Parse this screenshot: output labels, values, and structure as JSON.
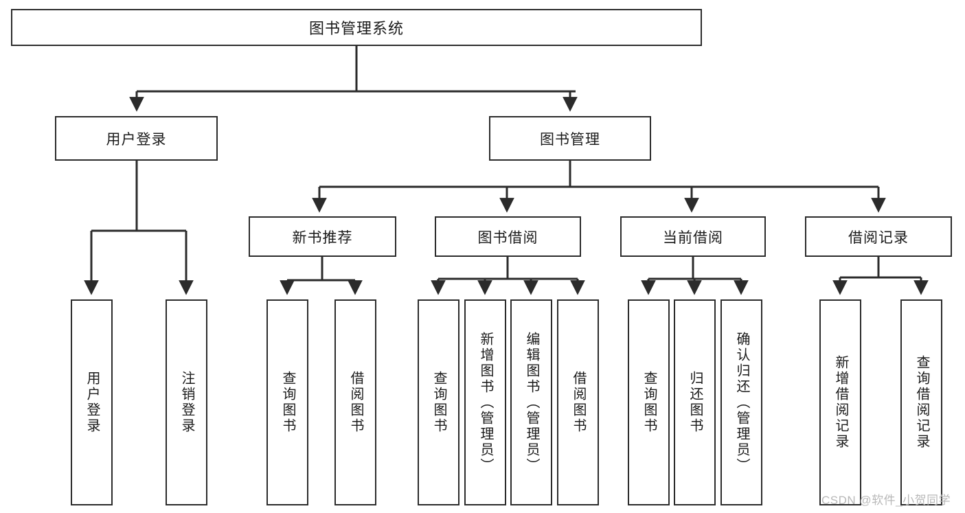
{
  "diagram": {
    "type": "tree-structure-chart",
    "title": "图书管理系统",
    "watermark": "CSDN @软件_小贺同学",
    "colors": {
      "box_border": "#2b2b2b",
      "box_fill": "#ffffff",
      "connector": "#2b2b2b",
      "text": "#1a1a1a",
      "watermark": "#b8b8b8",
      "background": "#ffffff"
    },
    "levels": {
      "root": [
        "图书管理系统"
      ],
      "level2": [
        "用户登录",
        "图书管理"
      ],
      "level3": [
        "新书推荐",
        "图书借阅",
        "当前借阅",
        "借阅记录"
      ],
      "leaves": [
        "用户登录",
        "注销登录",
        "查询图书",
        "借阅图书",
        "查询图书",
        "新增图书（管理员）",
        "编辑图书（管理员）",
        "借阅图书",
        "查询图书",
        "归还图书",
        "确认归还（管理员）",
        "新增借阅记录",
        "查询借阅记录"
      ]
    },
    "nodes": {
      "root": {
        "label": "图书管理系统"
      },
      "user_login": {
        "label": "用户登录"
      },
      "book_mgmt": {
        "label": "图书管理"
      },
      "new_book_rec": {
        "label": "新书推荐"
      },
      "book_borrow": {
        "label": "图书借阅"
      },
      "current_borrow": {
        "label": "当前借阅"
      },
      "borrow_record": {
        "label": "借阅记录"
      },
      "leaf_user_login": {
        "label": "用户登录"
      },
      "leaf_logout": {
        "label": "注销登录"
      },
      "leaf_query_book_a": {
        "label": "查询图书"
      },
      "leaf_borrow_book_a": {
        "label": "借阅图书"
      },
      "leaf_query_book_b": {
        "label": "查询图书"
      },
      "leaf_add_book": {
        "label": "新增图书（管理员）"
      },
      "leaf_edit_book": {
        "label": "编辑图书（管理员）"
      },
      "leaf_borrow_book_b": {
        "label": "借阅图书"
      },
      "leaf_query_book_c": {
        "label": "查询图书"
      },
      "leaf_return_book": {
        "label": "归还图书"
      },
      "leaf_confirm_return": {
        "label": "确认归还（管理员）"
      },
      "leaf_add_record": {
        "label": "新增借阅记录"
      },
      "leaf_query_record": {
        "label": "查询借阅记录"
      }
    }
  }
}
